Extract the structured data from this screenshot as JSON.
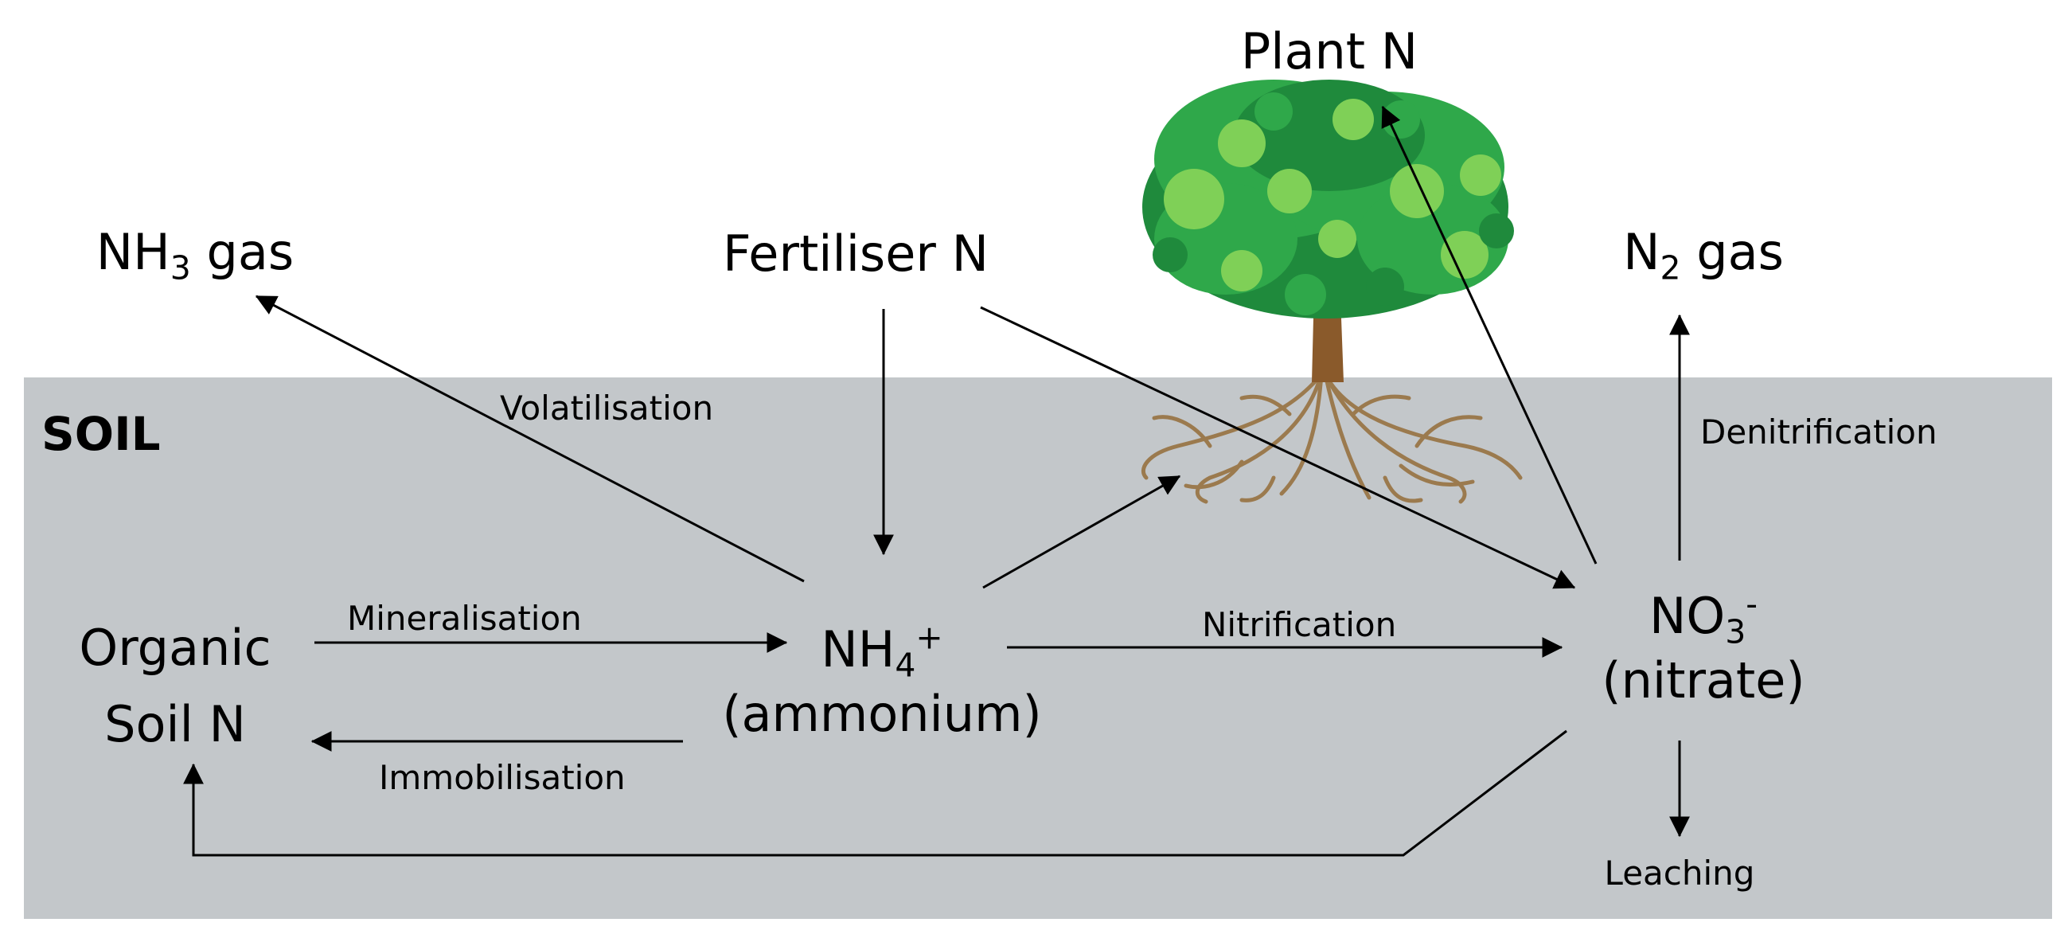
{
  "soil_label": "SOIL",
  "nodes": {
    "plant_n": "Plant N",
    "nh3_gas": {
      "prefix": "NH",
      "sub": "3",
      "suffix": " gas"
    },
    "fertiliser_n": "Fertiliser N",
    "n2_gas": {
      "prefix": "N",
      "sub": "2",
      "suffix": " gas"
    },
    "organic_soil_n": {
      "line1": "Organic",
      "line2": "Soil N"
    },
    "ammonium": {
      "prefix": "NH",
      "sub": "4",
      "sup": "+",
      "line2": "(ammonium)"
    },
    "nitrate": {
      "prefix": "NO",
      "sub": "3",
      "sup": "-",
      "line2": "(nitrate)"
    }
  },
  "processes": {
    "volatilisation": "Volatilisation",
    "denitrification": "Denitrification",
    "mineralisation": "Mineralisation",
    "immobilisation": "Immobilisation",
    "nitrification": "Nitrification",
    "leaching": "Leaching"
  },
  "colors": {
    "soil": "#c3c7ca",
    "foliage_dark": "#1f8a3c",
    "foliage_mid": "#2fa84a",
    "foliage_light": "#7fd057",
    "trunk": "#8a5a2b",
    "roots": "#9b7a4e"
  },
  "icons": {
    "tree": "tree-icon"
  }
}
